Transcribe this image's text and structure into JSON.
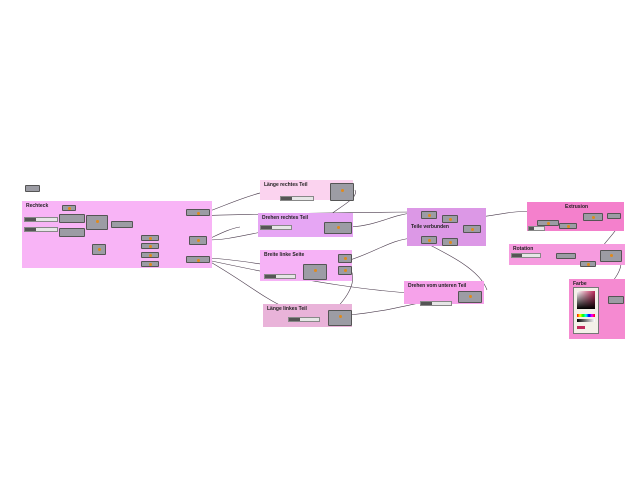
{
  "groups": [
    {
      "id": "rechteck",
      "label": "Rechteck",
      "color": "#f8b4f6"
    },
    {
      "id": "laenge-rechts",
      "label": "Länge rechtes Teil",
      "color": "#fbd3ef"
    },
    {
      "id": "drehen-rechts",
      "label": "Drehen rechtes Teil",
      "color": "#e6a6f4"
    },
    {
      "id": "breite-links",
      "label": "Breite linke Seite",
      "color": "#f6b2f6"
    },
    {
      "id": "laenge-links",
      "label": "Länge linkes Teil",
      "color": "#e9b3d9"
    },
    {
      "id": "teile-verbunden",
      "label": "Teile verbunden",
      "color": "#dc98e6"
    },
    {
      "id": "drehen-unten",
      "label": "Drehen vom unteren Teil",
      "color": "#f6a2ea"
    },
    {
      "id": "extrusion",
      "label": "Extrusion",
      "color": "#f480cc"
    },
    {
      "id": "rotation",
      "label": "Rotation",
      "color": "#f69bdf"
    },
    {
      "id": "farbe",
      "label": "Farbe",
      "color": "#f58ad1"
    }
  ],
  "colors": {
    "wire": "#4a3a4c",
    "node": "#9c9ca4",
    "canvas": "#ffffff"
  }
}
